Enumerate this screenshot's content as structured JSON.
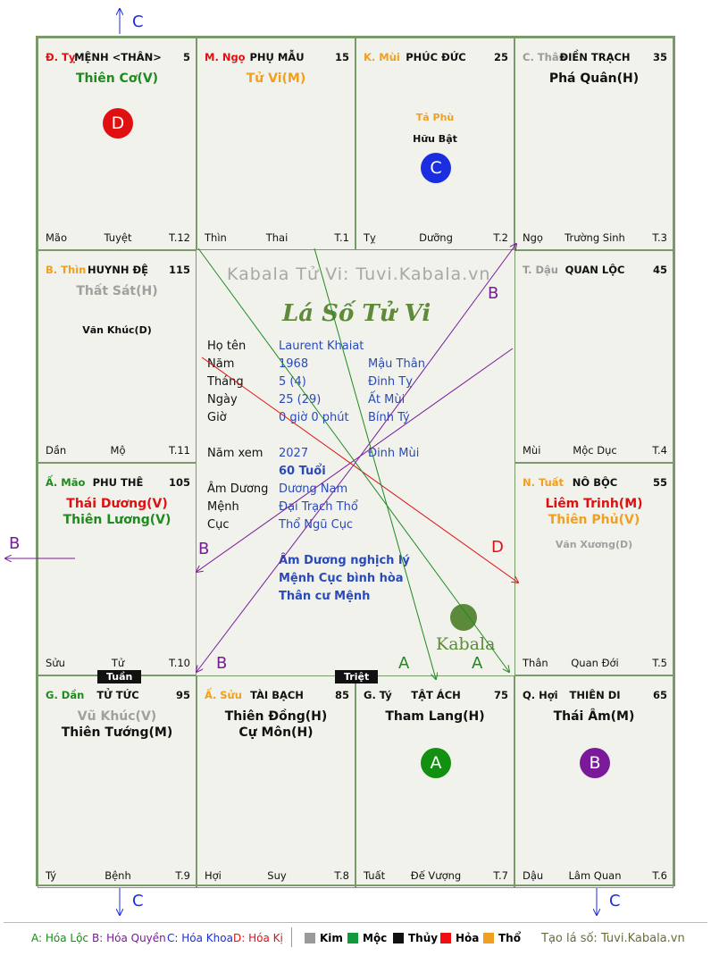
{
  "cells": [
    {
      "id": "ty",
      "branch": "Đ. Tỵ",
      "branch_color": "#e01010",
      "palace": "MỆNH <THÂN>",
      "num": "5",
      "stars": [
        {
          "t": "Thiên Cơ(V)",
          "c": "#1f8a1f"
        }
      ],
      "minor": [],
      "foot_l": "Mão",
      "foot_m": "Tuyệt",
      "foot_r": "T.12",
      "badge": {
        "letter": "D",
        "color": "#e01010"
      }
    },
    {
      "id": "ngo",
      "branch": "M. Ngọ",
      "branch_color": "#e01010",
      "palace": "PHỤ MẪU",
      "num": "15",
      "stars": [
        {
          "t": "Tử Vi(M)",
          "c": "#f0a020"
        }
      ],
      "minor": [],
      "foot_l": "Thìn",
      "foot_m": "Thai",
      "foot_r": "T.1"
    },
    {
      "id": "mui",
      "branch": "K. Mùi",
      "branch_color": "#f0a020",
      "palace": "PHÚC ĐỨC",
      "num": "25",
      "stars": [],
      "minor": [
        {
          "t": "Tả Phù",
          "c": "#f0a020"
        },
        {
          "t": "Hữu Bật",
          "c": "#111111"
        }
      ],
      "foot_l": "Tỵ",
      "foot_m": "Dưỡng",
      "foot_r": "T.2",
      "badge": {
        "letter": "C",
        "color": "#1a2ee0"
      }
    },
    {
      "id": "than",
      "branch": "C. Thân",
      "branch_color": "#9a9a9a",
      "palace": "ĐIỀN TRẠCH",
      "num": "35",
      "stars": [
        {
          "t": "Phá Quân(H)",
          "c": "#111111"
        }
      ],
      "minor": [],
      "foot_l": "Ngọ",
      "foot_m": "Trường Sinh",
      "foot_r": "T.3"
    },
    {
      "id": "thin",
      "branch": "B. Thìn",
      "branch_color": "#f0a020",
      "palace": "HUYNH ĐỆ",
      "num": "115",
      "stars": [
        {
          "t": "Thất Sát(H)",
          "c": "#a0a0a0"
        }
      ],
      "minor": [
        {
          "t": "Văn Khúc(D)",
          "c": "#111111"
        }
      ],
      "foot_l": "Dần",
      "foot_m": "Mộ",
      "foot_r": "T.11"
    },
    {
      "id": "dau",
      "branch": "T. Dậu",
      "branch_color": "#9a9a9a",
      "palace": "QUAN LỘC",
      "num": "45",
      "stars": [],
      "minor": [],
      "foot_l": "Mùi",
      "foot_m": "Mộc Dục",
      "foot_r": "T.4"
    },
    {
      "id": "mao",
      "branch": "Ấ. Mão",
      "branch_color": "#1f8a1f",
      "palace": "PHU THÊ",
      "num": "105",
      "stars": [
        {
          "t": "Thái Dương(V)",
          "c": "#e01010"
        },
        {
          "t": "Thiên Lương(V)",
          "c": "#1f8a1f"
        }
      ],
      "minor": [],
      "foot_l": "Sửu",
      "foot_m": "Tử",
      "foot_r": "T.10"
    },
    {
      "id": "tuat",
      "branch": "N. Tuất",
      "branch_color": "#f0a020",
      "palace": "NÔ BỘC",
      "num": "55",
      "stars": [
        {
          "t": "Liêm Trinh(M)",
          "c": "#e01010"
        },
        {
          "t": "Thiên Phủ(V)",
          "c": "#f0a020"
        }
      ],
      "minor": [
        {
          "t": "Văn Xương(D)",
          "c": "#a0a0a0"
        }
      ],
      "foot_l": "Thân",
      "foot_m": "Quan Đới",
      "foot_r": "T.5"
    },
    {
      "id": "dan",
      "branch": "G. Dần",
      "branch_color": "#1f8a1f",
      "palace": "TỬ TỨC",
      "num": "95",
      "stars": [
        {
          "t": "Vũ Khúc(V)",
          "c": "#a0a0a0"
        },
        {
          "t": "Thiên Tướng(M)",
          "c": "#111111"
        }
      ],
      "minor": [],
      "foot_l": "Tý",
      "foot_m": "Bệnh",
      "foot_r": "T.9"
    },
    {
      "id": "suu",
      "branch": "Ấ. Sửu",
      "branch_color": "#f0a020",
      "palace": "TÀI BẠCH",
      "num": "85",
      "stars": [
        {
          "t": "Thiên Đồng(H)",
          "c": "#111111"
        },
        {
          "t": "Cự Môn(H)",
          "c": "#111111"
        }
      ],
      "minor": [],
      "foot_l": "Hợi",
      "foot_m": "Suy",
      "foot_r": "T.8"
    },
    {
      "id": "ty2",
      "branch": "G. Tý",
      "branch_color": "#111111",
      "palace": "TẬT ÁCH",
      "num": "75",
      "stars": [
        {
          "t": "Tham Lang(H)",
          "c": "#111111"
        }
      ],
      "minor": [],
      "foot_l": "Tuất",
      "foot_m": "Đế Vượng",
      "foot_r": "T.7",
      "badge": {
        "letter": "A",
        "color": "#129012"
      }
    },
    {
      "id": "hoi",
      "branch": "Q. Hợi",
      "branch_color": "#111111",
      "palace": "THIÊN DI",
      "num": "65",
      "stars": [
        {
          "t": "Thái Âm(M)",
          "c": "#111111"
        }
      ],
      "minor": [],
      "foot_l": "Dậu",
      "foot_m": "Lâm Quan",
      "foot_r": "T.6",
      "badge": {
        "letter": "B",
        "color": "#7a1a9a"
      }
    }
  ],
  "center": {
    "watermark": "Kabala Tử Vi: Tuvi.Kabala.vn",
    "title": "Lá Số Tử Vi",
    "rows": [
      {
        "l": "Họ tên",
        "v": "Laurent Khaiat",
        "e": ""
      },
      {
        "l": "Năm",
        "v": "1968",
        "e": "Mậu Thân"
      },
      {
        "l": "Tháng",
        "v": "5  (4)",
        "e": "Đinh Tỵ"
      },
      {
        "l": "Ngày",
        "v": "25  (29)",
        "e": "Ất Mùi"
      },
      {
        "l": "Giờ",
        "v": "0 giờ 0 phút",
        "e": "Bính Tý"
      }
    ],
    "rows2": [
      {
        "l": "Năm xem",
        "v": "2027",
        "e": "Đinh Mùi"
      },
      {
        "l": "",
        "v": "60 Tuổi",
        "e": ""
      },
      {
        "l": "Âm Dương",
        "v": "Dương Nam",
        "e": ""
      },
      {
        "l": "Mệnh",
        "v": "Đại Trạch Thổ",
        "e": ""
      },
      {
        "l": "Cục",
        "v": "Thổ Ngũ Cục",
        "e": ""
      }
    ],
    "notes": [
      "Âm Dương nghịch lý",
      "Mệnh Cục bình hòa",
      "Thân cư Mệnh"
    ],
    "logo_text": "Kabala"
  },
  "markers": {
    "tuan": "Tuần",
    "triet": "Triệt"
  },
  "arrow_labels": {
    "c_top": "C",
    "c_bottom_left": "C",
    "c_bottom_right": "C",
    "b_left": "B",
    "b1": "B",
    "b2": "B",
    "b3": "B",
    "d": "D",
    "a1": "A",
    "a2": "A"
  },
  "legend": {
    "a": "A: Hóa Lộc",
    "b": "B: Hóa Quyền",
    "c": "C: Hóa Khoa",
    "d": "D: Hóa Kị",
    "kim": "Kim",
    "moc": "Mộc",
    "thuy": "Thủy",
    "hoa": "Hỏa",
    "tho": "Thổ",
    "site": "Tạo lá số: Tuvi.Kabala.vn",
    "colors": {
      "kim": "#9a9a9a",
      "moc": "#129a3a",
      "thuy": "#111111",
      "hoa": "#ee1010",
      "tho": "#f0a020"
    }
  }
}
